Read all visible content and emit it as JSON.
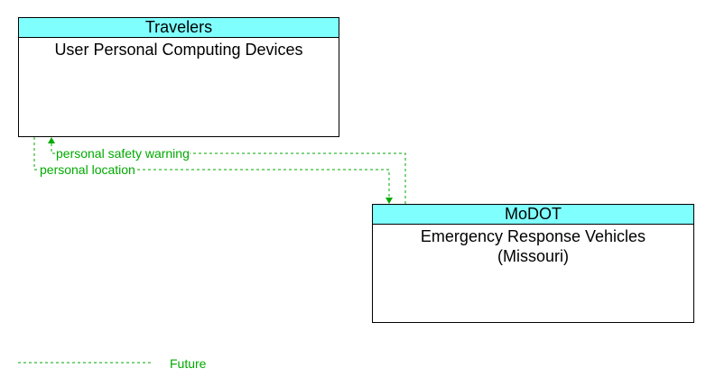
{
  "colors": {
    "header_fill": "#80ffff",
    "future_flow": "#00aa00",
    "border": "#000000"
  },
  "elements": {
    "travelers": {
      "header": "Travelers",
      "name": "User Personal Computing Devices"
    },
    "modot": {
      "header": "MoDOT",
      "name": "Emergency Response Vehicles\n(Missouri)"
    }
  },
  "flows": [
    {
      "label": "personal safety warning",
      "status": "Future",
      "direction": "modot-to-travelers"
    },
    {
      "label": "personal location",
      "status": "Future",
      "direction": "travelers-to-modot"
    }
  ],
  "legend": {
    "future_label": "Future"
  }
}
